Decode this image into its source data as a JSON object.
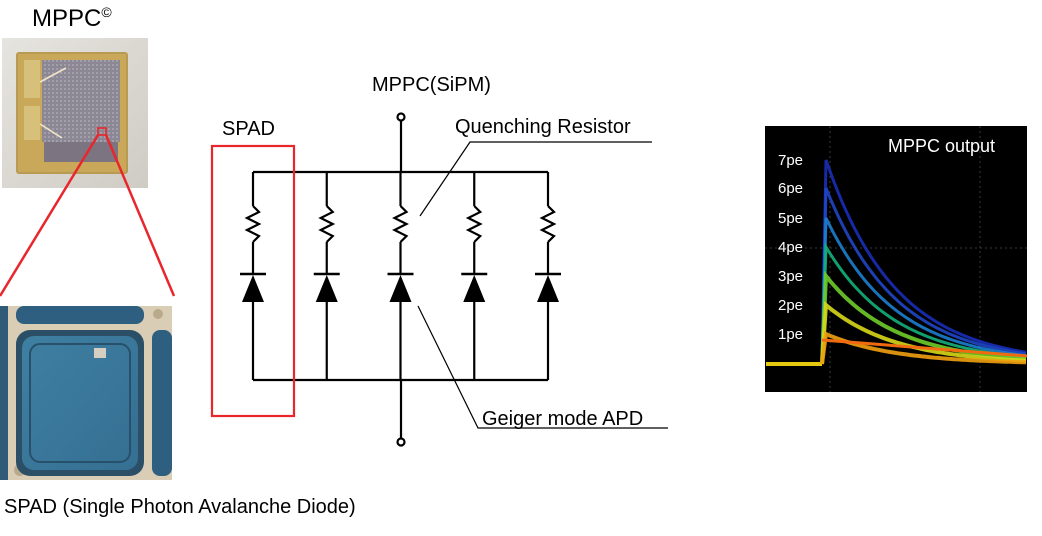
{
  "product_title": "MPPC",
  "product_title_mark": "©",
  "spad_caption": "SPAD (Single Photon Avalanche Diode)",
  "circuit": {
    "top_label": "MPPC(SiPM)",
    "spad_label": "SPAD",
    "quenching_label": "Quenching Resistor",
    "apd_label": "Geiger mode APD",
    "cell_count": 5
  },
  "scope": {
    "title": "MPPC output",
    "levels": [
      "7pe",
      "6pe",
      "5pe",
      "4pe",
      "3pe",
      "2pe",
      "1pe"
    ]
  },
  "colors": {
    "highlight_red": "#e8262b",
    "scope_bg": "#000000",
    "wire": "#000000"
  }
}
